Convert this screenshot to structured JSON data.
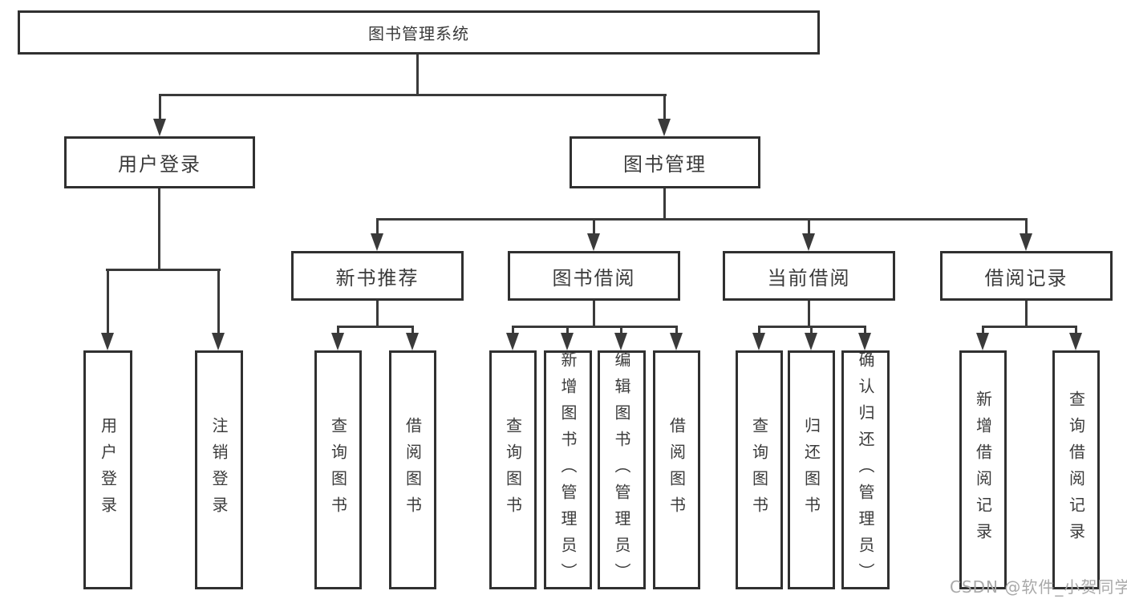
{
  "diagram": {
    "title": "图书管理系统",
    "branches": [
      {
        "label": "用户登录",
        "children": [
          "用户登录",
          "注销登录"
        ]
      },
      {
        "label": "图书管理",
        "modules": [
          {
            "label": "新书推荐",
            "children": [
              "查询图书",
              "借阅图书"
            ]
          },
          {
            "label": "图书借阅",
            "children": [
              "查询图书",
              "新增图书（管理员）",
              "编辑图书（管理员）",
              "借阅图书"
            ]
          },
          {
            "label": "当前借阅",
            "children": [
              "查询图书",
              "归还图书",
              "确认归还（管理员）"
            ]
          },
          {
            "label": "借阅记录",
            "children": [
              "新增借阅记录",
              "查询借阅记录"
            ]
          }
        ]
      }
    ]
  },
  "watermark": "CSDN @软件_小贺同学",
  "colors": {
    "line": "#3a3a3a",
    "border": "#303030",
    "text": "#3b3b3b",
    "watermark": "#a9a9a9",
    "background": "#ffffff"
  }
}
